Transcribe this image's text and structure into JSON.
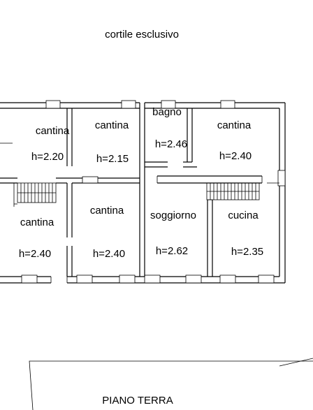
{
  "plan": {
    "courtyard_label": "cortile esclusivo",
    "floor_label": "PIANO TERRA",
    "rooms": [
      {
        "name": "cantina",
        "height": "h=2.20"
      },
      {
        "name": "cantina",
        "height": "h=2.15"
      },
      {
        "name": "bagno",
        "height": "h=2.46"
      },
      {
        "name": "cantina",
        "height": "h=2.40"
      },
      {
        "name": "cantina",
        "height": "h=2.40"
      },
      {
        "name": "cantina",
        "height": "h=2.40"
      },
      {
        "name": "soggiorno",
        "height": "h=2.62"
      },
      {
        "name": "cucina",
        "height": "h=2.35"
      }
    ]
  }
}
